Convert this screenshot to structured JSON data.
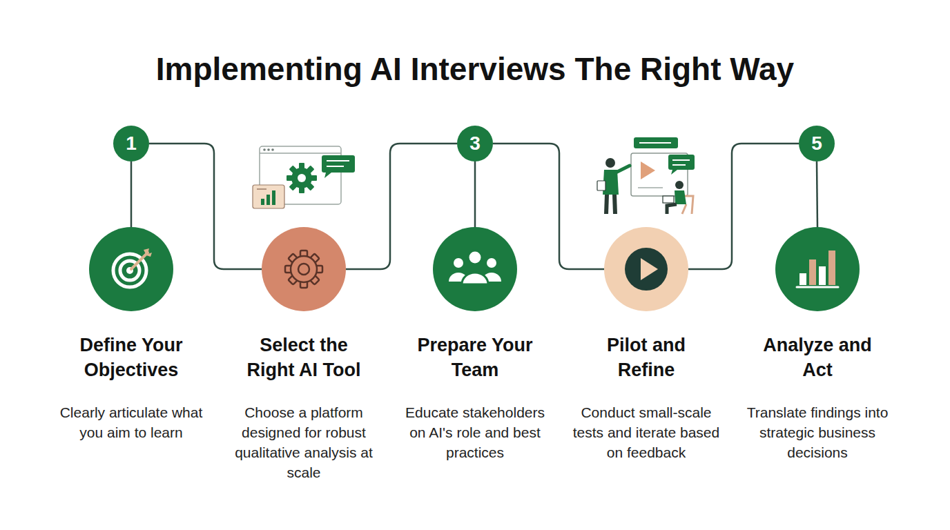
{
  "diagram": {
    "title": "Implementing AI Interviews The Right Way",
    "nodes": [
      {
        "text": [
          "1"
        ]
      },
      {
        "text": [
          "Define Your Objectives",
          "Clearly articulate what you aim to learn"
        ]
      },
      {
        "text": [
          "Select the Right AI Tool",
          "Choose a platform designed for robust qualitative analysis at scale"
        ]
      },
      {
        "text": [
          "3"
        ]
      },
      {
        "text": [
          "Prepare Your Team",
          "Educate stakeholders on AI's role and best practices"
        ]
      },
      {
        "text": [
          "Pilot and Refine",
          "Conduct small-scale tests and iterate based on feedback"
        ]
      },
      {
        "text": [
          "5"
        ]
      },
      {
        "text": [
          "Analyze and Act",
          "Translate findings into strategic business decisions"
        ]
      }
    ],
    "edges": [
      {
        "from": 0,
        "to": 1,
        "arrow": "none"
      },
      {
        "from": 0,
        "to": 2,
        "arrow": "none"
      },
      {
        "from": 2,
        "to": 3,
        "arrow": "none"
      },
      {
        "from": 3,
        "to": 4,
        "arrow": "none"
      },
      {
        "from": 3,
        "to": 5,
        "arrow": "none"
      },
      {
        "from": 5,
        "to": 6,
        "arrow": "none"
      },
      {
        "from": 6,
        "to": 7,
        "arrow": "none"
      }
    ]
  }
}
